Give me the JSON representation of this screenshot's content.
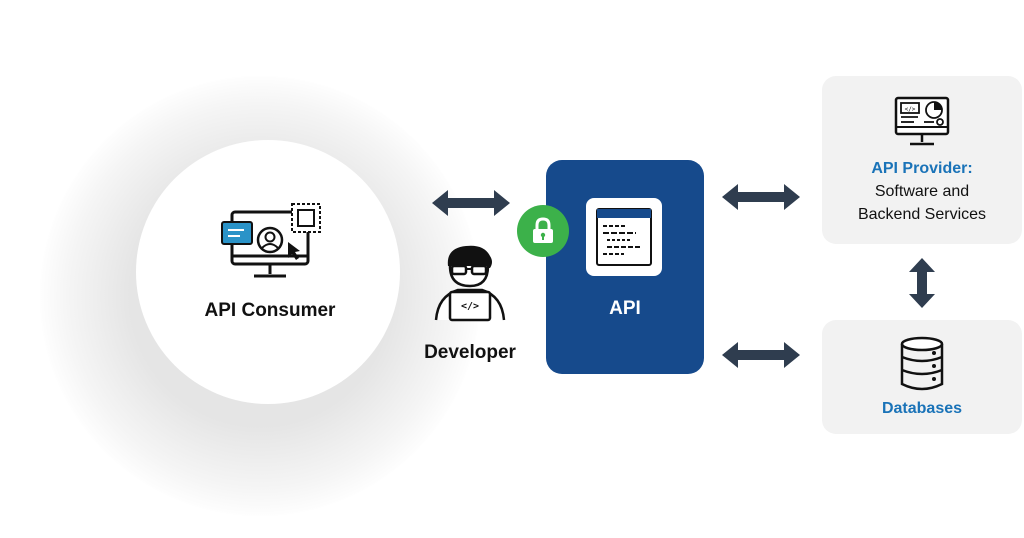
{
  "consumer": {
    "label": "API Consumer",
    "icon": "monitor-user-icon"
  },
  "developer": {
    "label": "Developer",
    "icon": "developer-icon"
  },
  "api": {
    "label": "API",
    "icon": "code-window-icon",
    "lock_icon": "lock-icon",
    "box_color": "#164a8c",
    "lock_color": "#3cb14a"
  },
  "provider": {
    "title": "API Provider:",
    "line1": "Software and",
    "line2": "Backend Services",
    "icon": "monitor-dashboard-icon",
    "title_color": "#1a73b8"
  },
  "databases": {
    "label": "Databases",
    "icon": "database-icon",
    "label_color": "#1a73b8"
  },
  "arrow_color": "#2f3d4f"
}
